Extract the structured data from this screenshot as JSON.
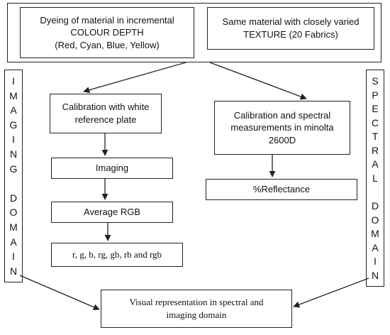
{
  "diagram": {
    "top_left": [
      "Dyeing of material in incremental",
      "COLOUR DEPTH",
      "(Red, Cyan, Blue, Yellow)"
    ],
    "top_right": [
      "Same material with closely varied",
      "TEXTURE (20 Fabrics)"
    ],
    "imaging_domain_letters": [
      "I",
      "M",
      "A",
      "G",
      "I",
      "N",
      "G",
      "",
      "D",
      "O",
      "M",
      "A",
      "I",
      "N"
    ],
    "spectral_domain_letters": [
      "S",
      "P",
      "E",
      "C",
      "T",
      "R",
      "A",
      "L",
      "",
      "D",
      "O",
      "M",
      "A",
      "I",
      "N"
    ],
    "calibration_white": [
      "Calibration with white",
      "reference plate"
    ],
    "imaging": "Imaging",
    "average_rgb": "Average RGB",
    "rgb_combos": "r, g, b, rg, gb, rb and rgb",
    "calibration_spectral": [
      "Calibration and spectral",
      "measurements in  minolta",
      "2600D"
    ],
    "reflectance": "%Reflectance",
    "visual_representation": [
      "Visual representation in spectral and",
      "imaging domain"
    ]
  }
}
